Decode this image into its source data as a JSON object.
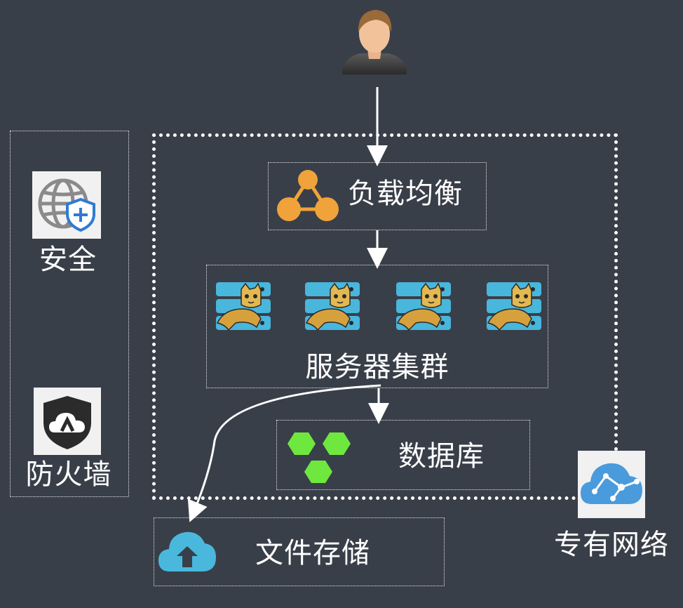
{
  "nodes": {
    "security": {
      "label": "安全",
      "icon": "globe-shield-icon"
    },
    "firewall": {
      "label": "防火墙",
      "icon": "shield-cloud-icon"
    },
    "load_balancer": {
      "label": "负载均衡",
      "icon": "triangle-nodes-icon"
    },
    "server_cluster": {
      "label": "服务器集群",
      "icon": "tomcat-server-icon",
      "server_count": 4
    },
    "database": {
      "label": "数据库",
      "icon": "hexagon-cluster-icon"
    },
    "file_storage": {
      "label": "文件存储",
      "icon": "cloud-upload-icon"
    },
    "vpc": {
      "label": "专有网络",
      "icon": "cloud-network-icon"
    },
    "user": {
      "icon": "user-avatar-icon"
    }
  },
  "colors": {
    "background": "#393f49",
    "load_balancer": "#f0a33a",
    "server": "#49b6dc",
    "tomcat": "#d6a13d",
    "database": "#6ee83e",
    "storage": "#4ab8dd",
    "vpc": "#4a9bdc",
    "shield": "#2f7bd1"
  }
}
